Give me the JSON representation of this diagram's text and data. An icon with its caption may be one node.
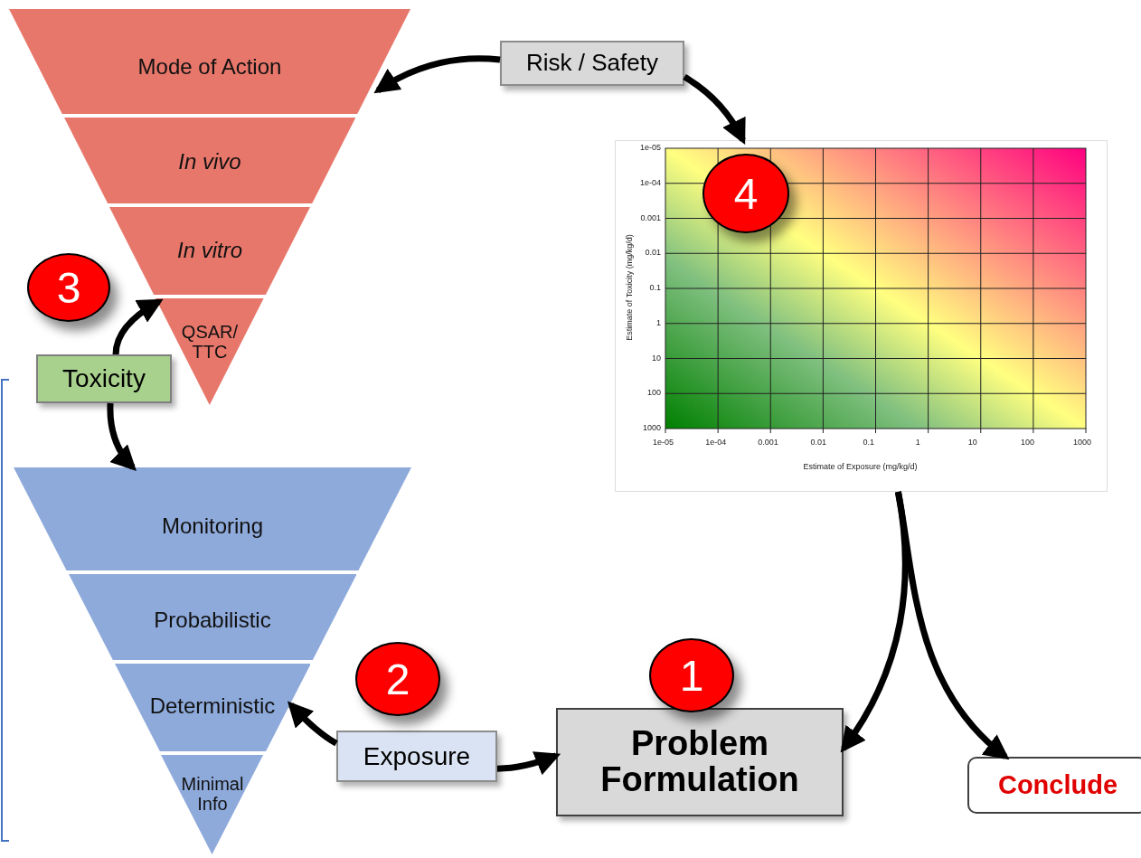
{
  "diagram": {
    "nodes": [
      {
        "text": [
          "Mode of Action"
        ]
      },
      {
        "text": [
          "In vivo"
        ]
      },
      {
        "text": [
          "In vitro"
        ]
      },
      {
        "text": [
          "QSAR/ TTC"
        ]
      },
      {
        "text": [
          "Risk / Safety"
        ]
      },
      {
        "text": [
          "Estimate of Toxicity (mg/kg/d)",
          "Estimate of Exposure (mg/kg/d)"
        ]
      },
      {
        "text": [
          "Toxicity"
        ]
      },
      {
        "text": [
          "Monitoring"
        ]
      },
      {
        "text": [
          "Probabilistic"
        ]
      },
      {
        "text": [
          "Deterministic"
        ]
      },
      {
        "text": [
          "Minimal Info"
        ]
      },
      {
        "text": [
          "Exposure"
        ]
      },
      {
        "text": [
          "Problem Formulation"
        ]
      },
      {
        "text": [
          "Conclude"
        ]
      }
    ],
    "edges": [
      {
        "from": 4,
        "to": 0,
        "arrow": "to"
      },
      {
        "from": 4,
        "to": 5,
        "arrow": "to"
      },
      {
        "from": 6,
        "to": 3,
        "arrow": "to"
      },
      {
        "from": 6,
        "to": 7,
        "arrow": "to"
      },
      {
        "from": 11,
        "to": 9,
        "arrow": "to"
      },
      {
        "from": 11,
        "to": 12,
        "arrow": "to"
      },
      {
        "from": 5,
        "to": 12,
        "arrow": "to"
      },
      {
        "from": 5,
        "to": 13,
        "arrow": "to"
      }
    ],
    "labels": [
      "4",
      "1e-05",
      "1e-04",
      "0.001",
      "0.01",
      "0.1",
      "1",
      "10",
      "100",
      "1000",
      "1e-05",
      "1e-04",
      "0.001",
      "0.01",
      "0.1",
      "1",
      "10",
      "100",
      "1000",
      "3",
      "2",
      "1"
    ]
  }
}
